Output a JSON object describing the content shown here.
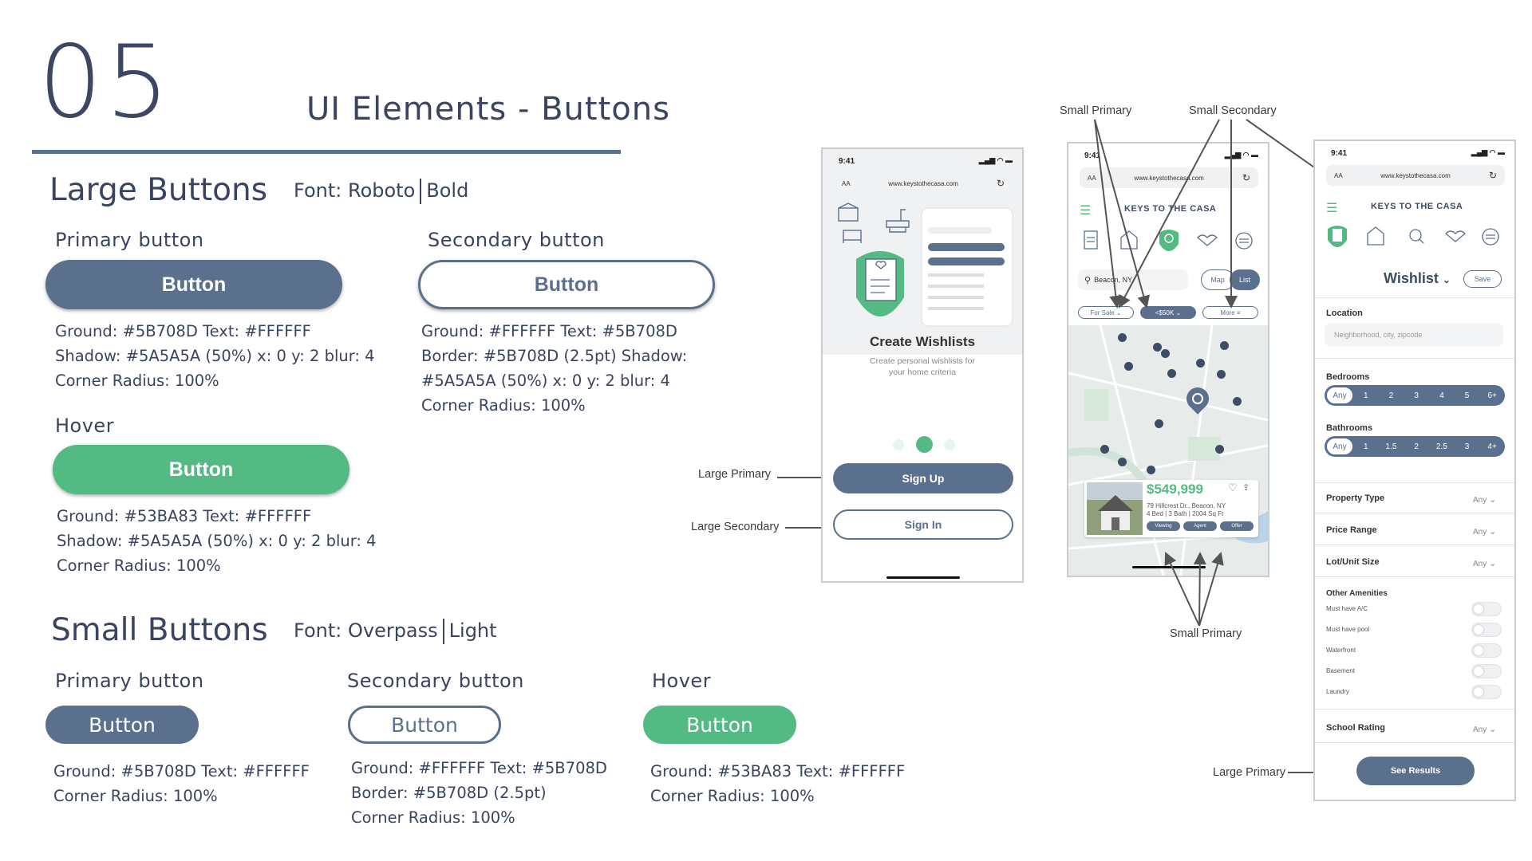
{
  "header": {
    "section_number": "05",
    "page_heading": "UI Elements - Buttons"
  },
  "large_buttons": {
    "title": "Large Buttons",
    "font_label": "Font: Roboto",
    "font_weight": "Bold",
    "primary": {
      "subtitle": "Primary button",
      "button_label": "Button",
      "spec_lines": [
        "Ground: #5B708D    Text: #FFFFFF",
        "Shadow: #5A5A5A (50%) x: 0  y: 2 blur: 4",
        "Corner Radius: 100%"
      ]
    },
    "hover": {
      "subtitle": "Hover",
      "button_label": "Button",
      "spec_lines": [
        "Ground: #53BA83   Text: #FFFFFF",
        "Shadow: #5A5A5A (50%) x: 0  y: 2 blur: 4",
        "Corner Radius: 100%"
      ]
    },
    "secondary": {
      "subtitle": "Secondary button",
      "button_label": "Button",
      "spec_lines": [
        "Ground: #FFFFFF    Text: #5B708D",
        "Border: #5B708D (2.5pt) Shadow:",
        "#5A5A5A (50%) x: 0  y: 2 blur: 4",
        "Corner Radius: 100%"
      ]
    }
  },
  "small_buttons": {
    "title": "Small Buttons",
    "font_label": "Font: Overpass",
    "font_weight": "Light",
    "primary": {
      "subtitle": "Primary button",
      "button_label": "Button",
      "spec_lines": [
        "Ground: #5B708D    Text: #FFFFFF",
        "Corner Radius: 100%"
      ]
    },
    "secondary": {
      "subtitle": "Secondary button",
      "button_label": "Button",
      "spec_lines": [
        "Ground: #FFFFFF    Text: #5B708D",
        "Border: #5B708D (2.5pt)",
        "Corner Radius: 100%"
      ]
    },
    "hover": {
      "subtitle": "Hover",
      "button_label": "Button",
      "spec_lines": [
        "Ground: #53BA83    Text: #FFFFFF",
        "Corner Radius: 100%"
      ]
    }
  },
  "colors": {
    "primary": "#5B708D",
    "hover": "#53BA83",
    "text_dark": "#3a4460"
  },
  "annotations": {
    "large_primary": "Large Primary",
    "large_secondary": "Large Secondary",
    "small_primary_top": "Small Primary",
    "small_secondary_top": "Small Secondary",
    "small_primary_bottom": "Small Primary",
    "large_primary_right": "Large Primary"
  },
  "phone1": {
    "time": "9:41",
    "url_aa": "AA",
    "url": "www.keystothecasa.com",
    "title": "Create Wishlists",
    "desc_line1": "Create personal wishlists for",
    "desc_line2": "your home criteria",
    "primary_button": "Sign Up",
    "secondary_button": "Sign In"
  },
  "phone2": {
    "time": "9:41",
    "url_aa": "AA",
    "url": "www.keystothecasa.com",
    "brand": "KEYS TO THE CASA",
    "search_value": "Beacon, NY",
    "map_button": "Map",
    "list_button": "List",
    "filters": [
      "For Sale",
      "<$50K",
      "More"
    ],
    "listing": {
      "price": "$549,999",
      "address": "79 Hillcrest Dr., Beacon, NY",
      "details": "4 Bed | 3 Bath | 2004 Sq Ft",
      "actions": [
        "Viewing",
        "Agent",
        "Offer"
      ]
    }
  },
  "phone3": {
    "time": "9:41",
    "url_aa": "AA",
    "url": "www.keystothecasa.com",
    "brand": "KEYS TO THE CASA",
    "title": "Wishlist",
    "save_button": "Save",
    "location_label": "Location",
    "location_placeholder": "Neighborhood, city, zipcode",
    "bedrooms_label": "Bedrooms",
    "bedrooms_options": [
      "Any",
      "1",
      "2",
      "3",
      "4",
      "5",
      "6+"
    ],
    "bathrooms_label": "Bathrooms",
    "bathrooms_options": [
      "Any",
      "1",
      "1.5",
      "2",
      "2.5",
      "3",
      "4+"
    ],
    "property_type_label": "Property Type",
    "price_range_label": "Price Range",
    "lot_size_label": "Lot/Unit Size",
    "any_value": "Any",
    "amenities_label": "Other Amenities",
    "amenities": [
      "Must have A/C",
      "Must have pool",
      "Waterfront",
      "Basement",
      "Laundry"
    ],
    "school_rating_label": "School Rating",
    "results_button": "See Results"
  }
}
